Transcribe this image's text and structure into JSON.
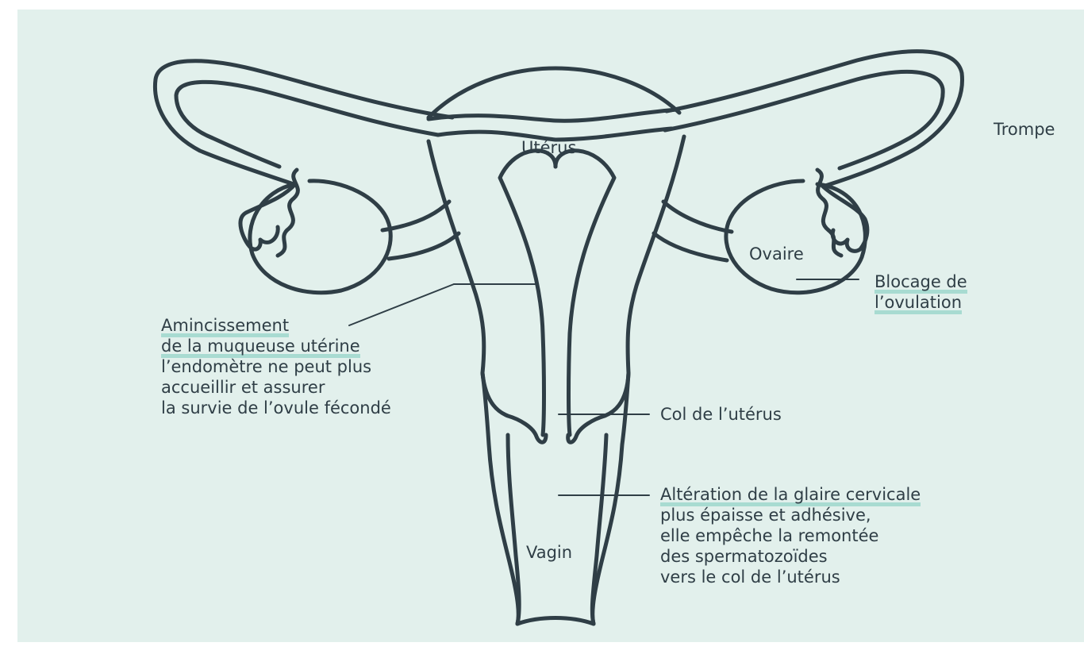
{
  "labels": {
    "trompe": "Trompe",
    "uterus": "Utérus",
    "ovaire": "Ovaire",
    "blocage_line1": "Blocage de",
    "blocage_line2": "l’ovulation",
    "col": "Col de l’utérus",
    "vagin": "Vagin"
  },
  "amincissement": {
    "title_line1": "Amincissement",
    "title_line2": "de la muqueuse utérine",
    "desc": [
      "l’endomètre ne peut plus",
      "accueillir et assurer",
      "la survie de l’ovule fécondé"
    ]
  },
  "glaire": {
    "title": "Altération de la glaire cervicale",
    "desc": [
      "plus épaisse et adhésive,",
      "elle empêche la remontée",
      "des spermatozoïdes",
      "vers le col de l’utérus"
    ]
  },
  "colors": {
    "background": "#e2f0ec",
    "outline": "#2f3e46",
    "highlight": "#a8dbd1"
  }
}
